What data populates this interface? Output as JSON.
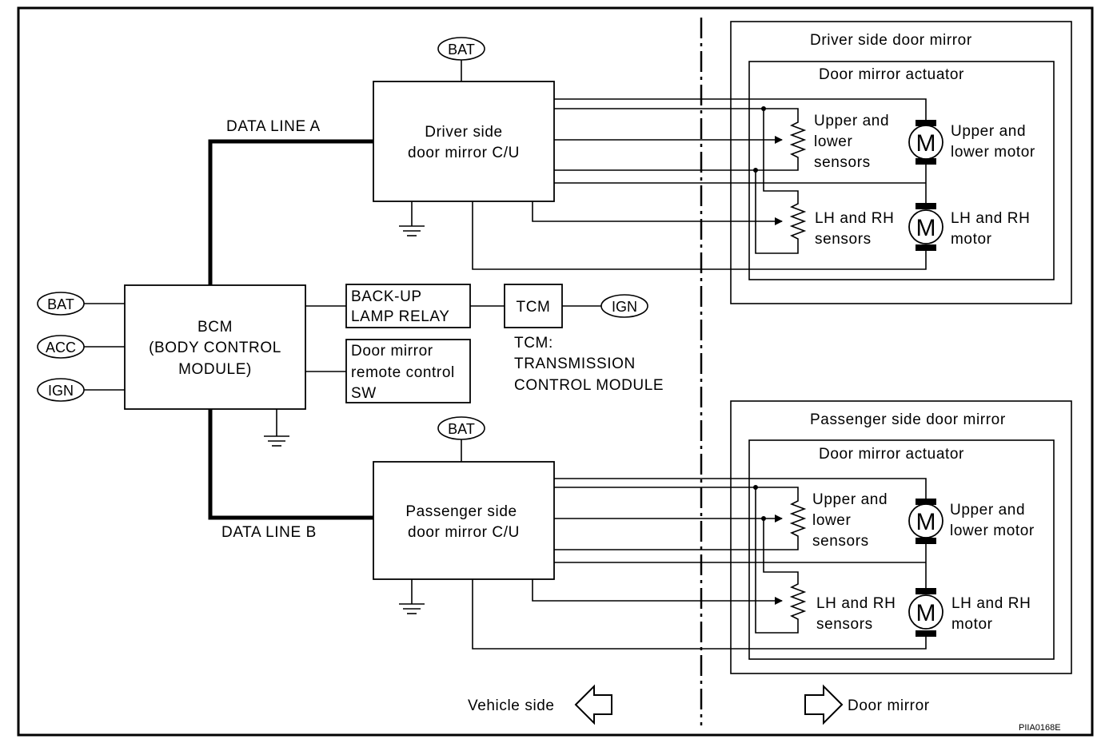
{
  "pins": {
    "bat": "BAT",
    "acc": "ACC",
    "ign": "IGN"
  },
  "bcm": {
    "line1": "BCM",
    "line2": "(BODY CONTROL",
    "line3": "MODULE)"
  },
  "data_line_a": "DATA LINE A",
  "data_line_b": "DATA LINE B",
  "driver_cu": {
    "line1": "Driver side",
    "line2": "door mirror C/U"
  },
  "passenger_cu": {
    "line1": "Passenger side",
    "line2": "door mirror C/U"
  },
  "backup_relay": {
    "line1": "BACK-UP",
    "line2": "LAMP RELAY"
  },
  "remote_sw": {
    "line1": "Door mirror",
    "line2": "remote control",
    "line3": "SW"
  },
  "tcm": {
    "box": "TCM",
    "note1": "TCM:",
    "note2": "TRANSMISSION",
    "note3": "CONTROL MODULE"
  },
  "driver_mirror": {
    "title": "Driver side door mirror",
    "actuator": "Door mirror actuator",
    "ul_sensor": [
      "Upper and",
      "lower",
      "sensors"
    ],
    "ul_motor": [
      "Upper and",
      "lower motor"
    ],
    "lr_sensor": [
      "LH and RH",
      "sensors"
    ],
    "lr_motor": [
      "LH and RH",
      "motor"
    ]
  },
  "passenger_mirror": {
    "title": "Passenger side door mirror",
    "actuator": "Door mirror actuator",
    "ul_sensor": [
      "Upper and",
      "lower",
      "sensors"
    ],
    "ul_motor": [
      "Upper and",
      "lower motor"
    ],
    "lr_sensor": [
      "LH and RH",
      "sensors"
    ],
    "lr_motor": [
      "LH and RH",
      "motor"
    ]
  },
  "motor_symbol": "M",
  "vehicle_side": "Vehicle side",
  "door_mirror": "Door mirror",
  "figure_ref": "PIIA0168E"
}
